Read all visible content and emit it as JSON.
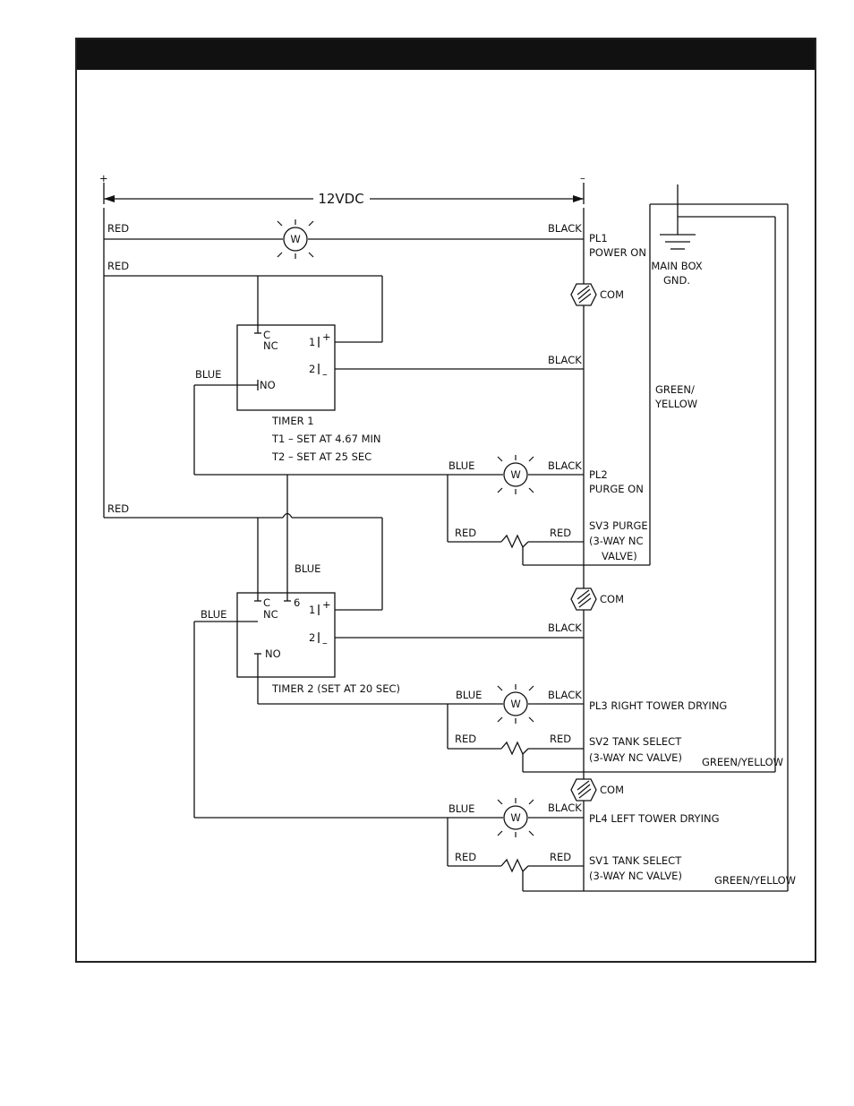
{
  "supply": {
    "voltage": "12VDC",
    "plus": "+",
    "minus": "–"
  },
  "wire_colors": {
    "red": "RED",
    "black": "BLACK",
    "blue": "BLUE",
    "green_yellow": "GREEN/YELLOW",
    "green_yellow_lines": [
      "GREEN/",
      "YELLOW"
    ]
  },
  "lamp_symbol": "W",
  "com_label": "COM",
  "pl1": {
    "lines": [
      "PL1",
      "POWER ON"
    ]
  },
  "pl2": {
    "lines": [
      "PL2",
      "PURGE ON"
    ]
  },
  "pl3": {
    "label": "PL3 RIGHT TOWER DRYING"
  },
  "pl4": {
    "label": "PL4 LEFT TOWER DRYING"
  },
  "sv3": {
    "lines": [
      "SV3 PURGE",
      "(3-WAY NC",
      "VALVE)"
    ]
  },
  "sv2": {
    "lines": [
      "SV2 TANK SELECT",
      "(3-WAY NC VALVE)"
    ]
  },
  "sv1": {
    "lines": [
      "SV1 TANK SELECT",
      "(3-WAY NC VALVE)"
    ]
  },
  "ground": {
    "lines": [
      "MAIN BOX",
      "GND."
    ]
  },
  "timer1": {
    "title": "TIMER 1",
    "t1": "T1  –  SET AT 4.67 MIN",
    "t2": "T2  –  SET AT 25 SEC",
    "pins": {
      "c": "C",
      "nc": "NC",
      "no": "NO",
      "p1": "1",
      "p2": "2",
      "plus": "+",
      "minus": "–"
    }
  },
  "timer2": {
    "title": "TIMER 2 (SET AT 20 SEC)",
    "pins": {
      "c": "C",
      "nc": "NC",
      "no": "NO",
      "p6": "6",
      "p1": "1",
      "p2": "2",
      "plus": "+",
      "minus": "–"
    }
  }
}
